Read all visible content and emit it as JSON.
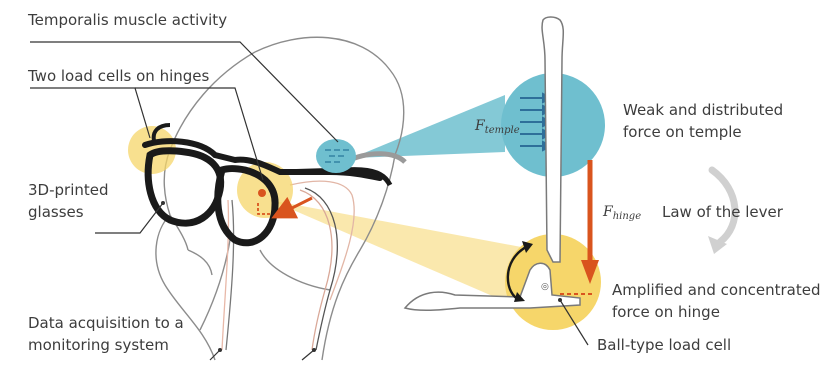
{
  "labels": {
    "temporalis": "Temporalis muscle activity",
    "load_cells": "Two load cells on hinges",
    "glasses_line1": "3D-printed",
    "glasses_line2": "glasses",
    "daq_line1": "Data acquisition to a",
    "daq_line2": "monitoring system",
    "weak_line1": "Weak and distributed",
    "weak_line2": "force on temple",
    "lever": "Law of the lever",
    "amplified_line1": "Amplified and concentrated",
    "amplified_line2": "force on hinge",
    "ball_cell": "Ball-type load cell"
  },
  "symbols": {
    "f_temple_main": "F",
    "f_temple_sub": "temple",
    "f_hinge_main": "F",
    "f_hinge_sub": "hinge"
  },
  "colors": {
    "cyan": "#6fbfcf",
    "yellow": "#f6d66a",
    "orange": "#d9541e",
    "line": "#8c8c8c",
    "leader": "#333333"
  }
}
